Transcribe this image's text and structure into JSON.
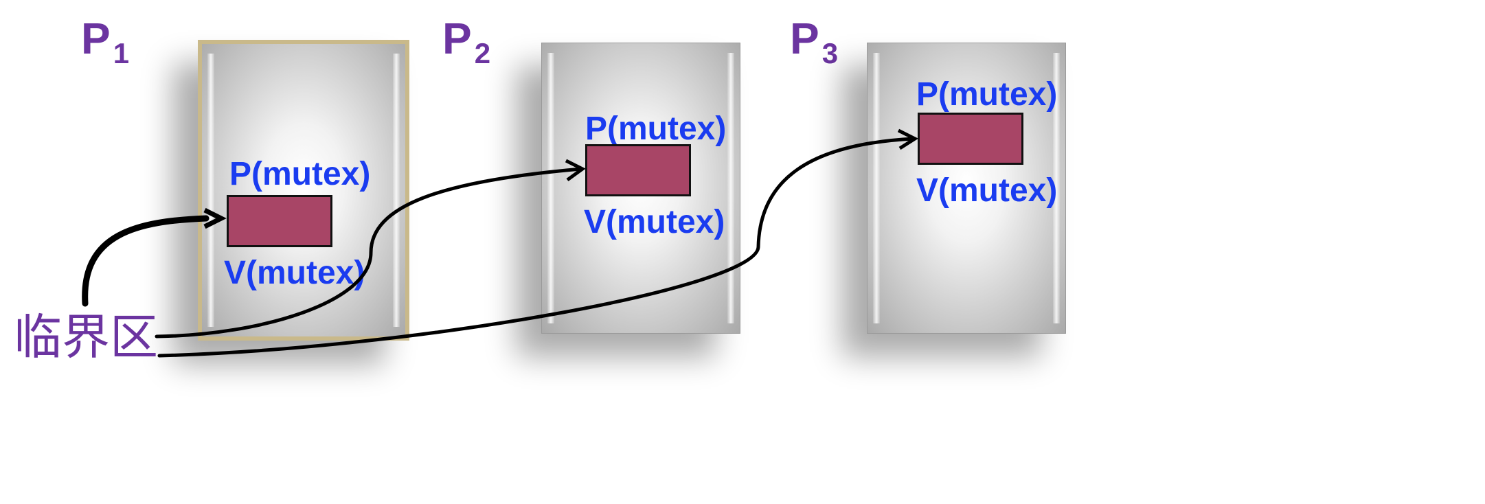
{
  "processes": [
    {
      "base": "P",
      "sub": "1",
      "enter_label": "P(mutex)",
      "exit_label": "V(mutex)"
    },
    {
      "base": "P",
      "sub": "2",
      "enter_label": "P(mutex)",
      "exit_label": "V(mutex)"
    },
    {
      "base": "P",
      "sub": "3",
      "enter_label": "P(mutex)",
      "exit_label": "V(mutex)"
    }
  ],
  "critical_section_label": "临界区",
  "colors": {
    "process_label": "#6b34a0",
    "operation_label": "#1a3cf0",
    "critical_box": "#a84566",
    "arrow": "#000000"
  }
}
